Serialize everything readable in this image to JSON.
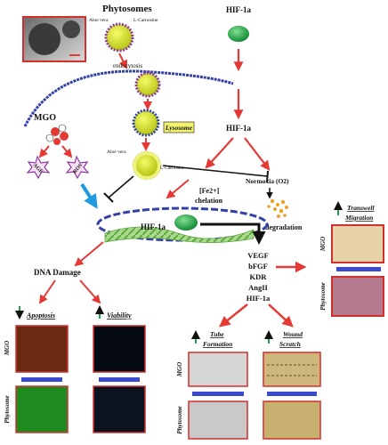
{
  "labels": {
    "phytosomes": "Phytosomes",
    "aloe_vera": "Aloe vera",
    "l_carnosine": "L-Carnosine",
    "endocytosis": "endocytosis",
    "hif1a": "HIF-1a",
    "mgo": "MGO",
    "lysosome": "Lysosome",
    "aloe_vera_2": "Aloe vera",
    "l_carnosine_2": "L-Carnosine",
    "age": "AGE",
    "ros": "ROS",
    "normoxia": "Normoxia (O2)",
    "fe_chelation_1": "[Fe2+]",
    "fe_chelation_2": "chelation",
    "degradation": "degradation",
    "dna_damage": "DNA Damage",
    "targets": [
      "VEGF",
      "bFGF",
      "KDR",
      "AngII",
      "HIF-1a"
    ],
    "apoptosis": "Apoptosis",
    "viability": "Viability",
    "tube_formation_1": "Tube",
    "tube_formation_2": "Formation",
    "wound_scratch_1": "Wound",
    "wound_scratch_2": "Scratch",
    "transwell_1": "Transwell",
    "transwell_2": "Migration",
    "row_mgo": "MGO",
    "row_phytosome": "Phytosome"
  },
  "colors": {
    "red_arrow": "#e53935",
    "membrane": "#3241a8",
    "hif_green": "#22a84a",
    "vesicle_yellow": "#d6e31c",
    "up_arrow": "#1fa24a",
    "panel_border": "#d32f2f",
    "blue_arrow": "#1e9be0",
    "divider_blue": "#3a4bd0"
  }
}
